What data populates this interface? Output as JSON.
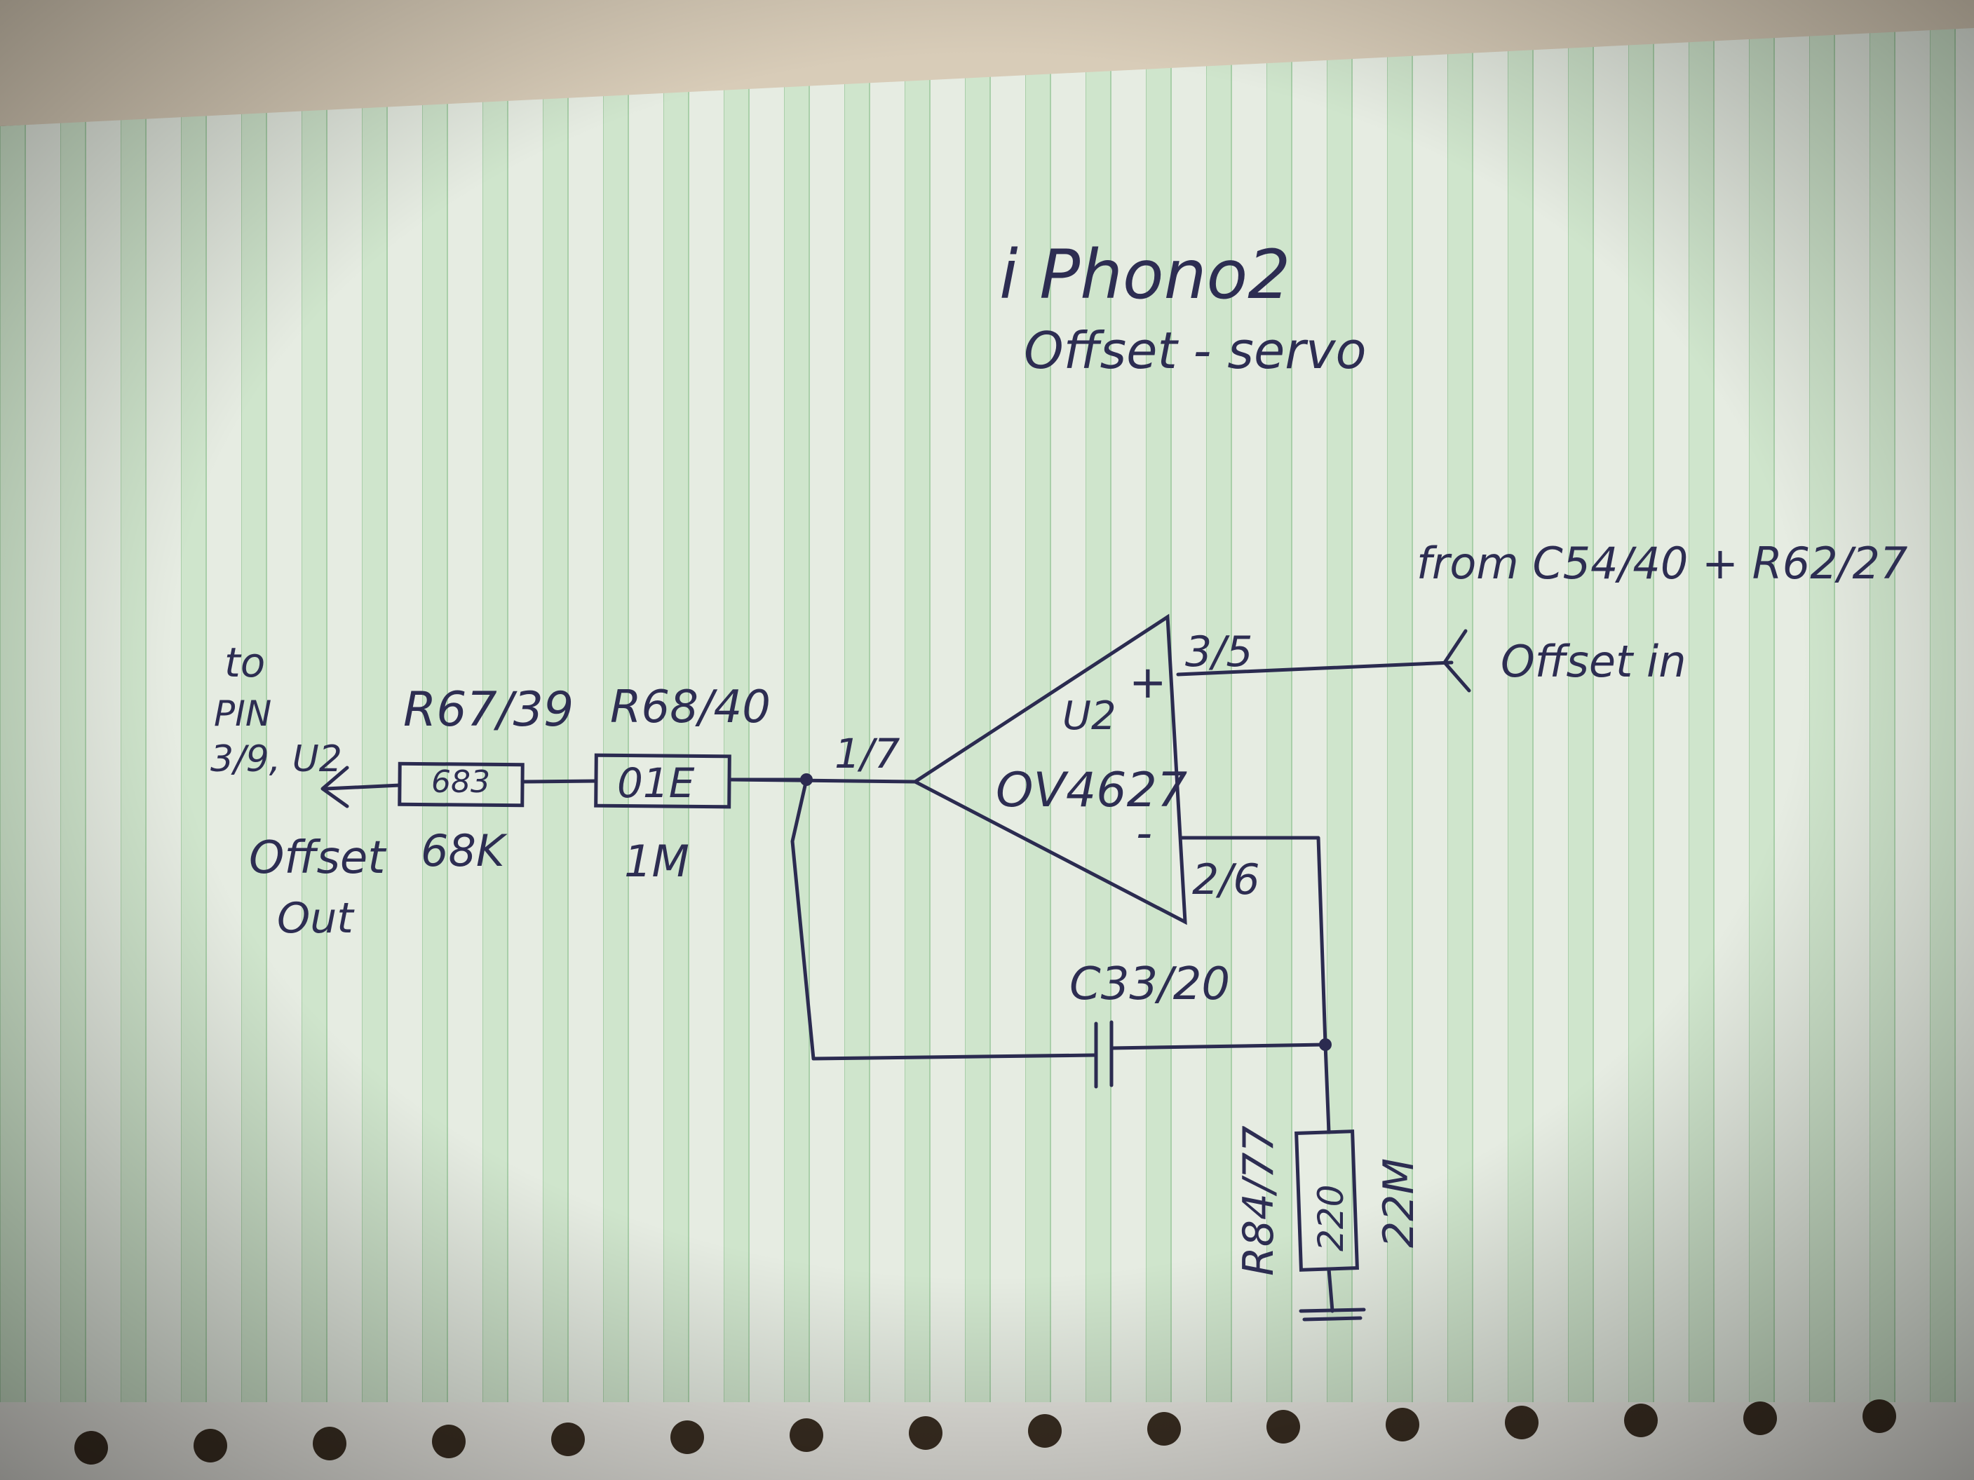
{
  "title": "i Phono2",
  "subtitle": "Offset - servo",
  "source_note": "from C54/40 + R62/27",
  "input": {
    "pin_label": "3/5",
    "label": "Offset in"
  },
  "opamp": {
    "ref": "U2",
    "part": "OV4627",
    "plus_sign": "+",
    "minus_sign": "-",
    "output_pin": "1/7",
    "inverting_pin": "2/6"
  },
  "r68": {
    "ref": "R68/40",
    "marking": "01E",
    "value": "1M"
  },
  "r67": {
    "ref": "R67/39",
    "marking": "683",
    "value": "68K"
  },
  "capacitor": {
    "ref": "C33/20"
  },
  "r84": {
    "ref": "R84/77",
    "marking": "220",
    "value": "22M"
  },
  "output": {
    "to_line1": "to",
    "to_line2": "PIN",
    "to_line3": "3/9, U2",
    "label_line1": "Offset",
    "label_line2": "Out"
  },
  "colors": {
    "paper": "#e8ede4",
    "stripe": "#bfe0c0",
    "ink": "#2b2b50",
    "background": "#6b5a45"
  }
}
